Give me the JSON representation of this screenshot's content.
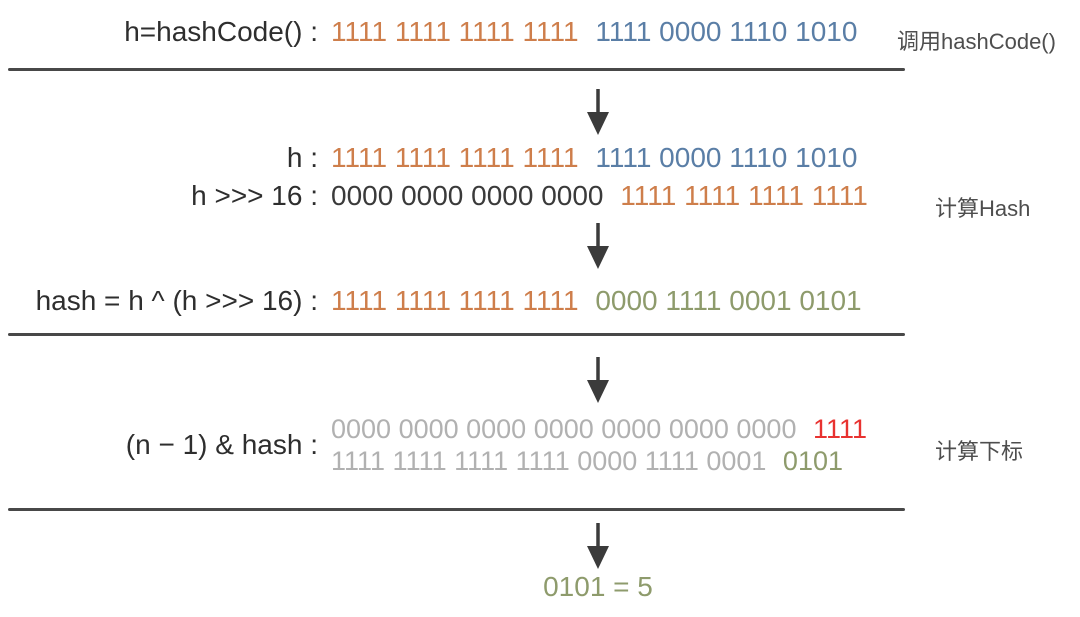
{
  "annotations": {
    "call_hashcode": "调用hashCode()",
    "compute_hash": "计算Hash",
    "compute_index": "计算下标"
  },
  "rows": {
    "hashcode": {
      "label": "h=hashCode() :",
      "segments": [
        {
          "text": "1111 1111 1111 1111",
          "color": "#ce7e4b"
        },
        {
          "text": "1111 0000 1110 1010",
          "color": "#5a7ea6"
        }
      ]
    },
    "h": {
      "label": "h :",
      "segments": [
        {
          "text": "1111 1111 1111 1111",
          "color": "#ce7e4b"
        },
        {
          "text": "1111 0000 1110 1010",
          "color": "#5a7ea6"
        }
      ]
    },
    "h_shift": {
      "label": "h >>> 16 :",
      "segments": [
        {
          "text": "0000 0000 0000 0000",
          "color": "#3a3a3a"
        },
        {
          "text": "1111 1111 1111 1111",
          "color": "#ce7e4b"
        }
      ]
    },
    "hash": {
      "label": "hash = h ^ (h >>> 16) :",
      "segments": [
        {
          "text": "1111 1111 1111 1111",
          "color": "#ce7e4b"
        },
        {
          "text": "0000 1111 0001 0101",
          "color": "#8e9b6c"
        }
      ]
    },
    "index": {
      "label": "(n − 1) & hash :",
      "line1": [
        {
          "text": "0000 0000 0000 0000 0000 0000 0000",
          "color": "#b1b1b1"
        },
        {
          "text": "1111",
          "color": "#e83230"
        }
      ],
      "line2": [
        {
          "text": "1111 1111 1111 1111 0000 1111 0001",
          "color": "#b1b1b1"
        },
        {
          "text": "0101",
          "color": "#8e9b6c"
        }
      ]
    },
    "result": {
      "text": "0101 = 5",
      "color": "#8e9b6c"
    }
  },
  "colors": {
    "orange_high_bits": "#ce7e4b",
    "blue_low_bits": "#5a7ea6",
    "olive_result_bits": "#8e9b6c",
    "red_mask_bits": "#e83230",
    "gray_operand_bits": "#b1b1b1",
    "dark_zero_bits": "#3a3a3a",
    "label_text": "#2e2e2e",
    "annotation_text": "#4e4e4e",
    "divider": "#484848",
    "arrow": "#3b3b3b",
    "background": "#ffffff"
  }
}
